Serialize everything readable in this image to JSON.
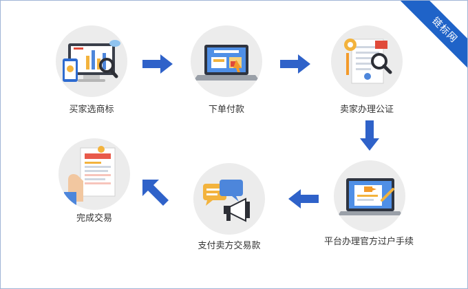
{
  "brand": {
    "watermark": "链标网",
    "ribbon_color": "#1f63c8"
  },
  "colors": {
    "arrow": "#2f62c9",
    "circle": "#ececec",
    "text": "#333333"
  },
  "steps": [
    {
      "label": "买家选商标",
      "icon": "analytics-monitor-icon"
    },
    {
      "label": "下单付款",
      "icon": "laptop-payment-icon"
    },
    {
      "label": "卖家办理公证",
      "icon": "certificate-magnifier-icon"
    },
    {
      "label": "平台办理官方过户手续",
      "icon": "document-screen-icon"
    },
    {
      "label": "支付卖方交易款",
      "icon": "chat-megaphone-icon"
    },
    {
      "label": "完成交易",
      "icon": "hand-document-icon"
    }
  ]
}
